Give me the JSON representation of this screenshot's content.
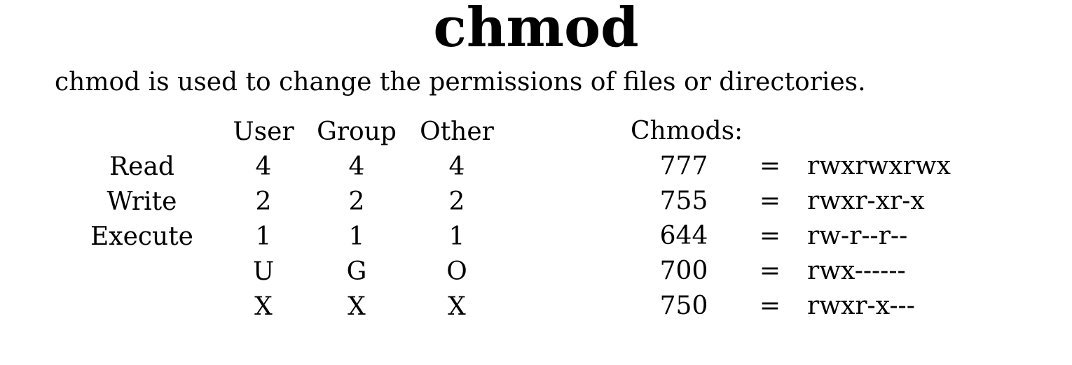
{
  "title": "chmod",
  "description": "chmod is used to change the permissions of files or directories.",
  "permissions_table": {
    "headers": [
      "",
      "User",
      "Group",
      "Other"
    ],
    "rows": [
      [
        "Read",
        "4",
        "4",
        "4"
      ],
      [
        "Write",
        "2",
        "2",
        "2"
      ],
      [
        "Execute",
        "1",
        "1",
        "1"
      ],
      [
        "",
        "U",
        "G",
        "O"
      ],
      [
        "",
        "X",
        "X",
        "X"
      ]
    ]
  },
  "chmods": {
    "heading": "Chmods:",
    "entries": [
      {
        "code": "777",
        "eq": "=",
        "symbolic": "rwxrwxrwx"
      },
      {
        "code": "755",
        "eq": "=",
        "symbolic": "rwxr-xr-x"
      },
      {
        "code": "644",
        "eq": "=",
        "symbolic": "rw-r--r--"
      },
      {
        "code": "700",
        "eq": "=",
        "symbolic": "rwx------"
      },
      {
        "code": "750",
        "eq": "=",
        "symbolic": "rwxr-x---"
      }
    ]
  }
}
